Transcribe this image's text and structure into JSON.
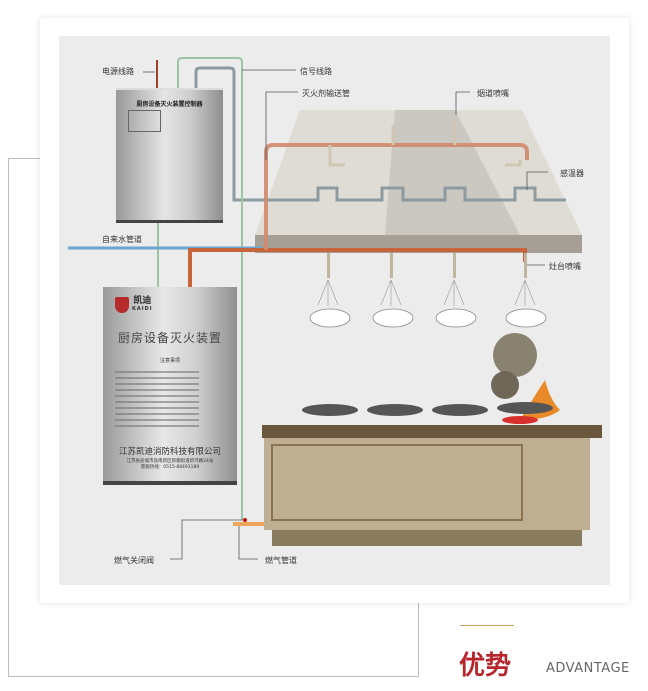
{
  "labels": {
    "power_line": "电源线路",
    "signal_line": "信号线路",
    "agent_pipe": "灭火剂输送管",
    "duct_nozzle": "烟道喷嘴",
    "temp_sensor": "感温器",
    "water_pipe": "自来水管道",
    "stove_nozzle": "灶台喷嘴",
    "gas_valve": "燃气关闭阀",
    "gas_pipe": "燃气管道"
  },
  "controller": {
    "title": "厨房设备灭火装置控制器"
  },
  "cabinet": {
    "brand_cn": "凯迪",
    "brand_en": "KAIDI",
    "title": "厨房设备灭火装置",
    "notes_title": "注意事项",
    "company": "江苏凯迪消防科技有限公司",
    "address": "江苏省盐城市盐南新区新都街道新河路24号",
    "phone": "客服热线：0515-88493189"
  },
  "footer": {
    "title_cn": "优势",
    "title_en": "ADVANTAGE"
  },
  "colors": {
    "agent": "#c8643c",
    "signal": "#9cc4a4",
    "water": "#6aa6cf",
    "accent": "#b8262d"
  }
}
